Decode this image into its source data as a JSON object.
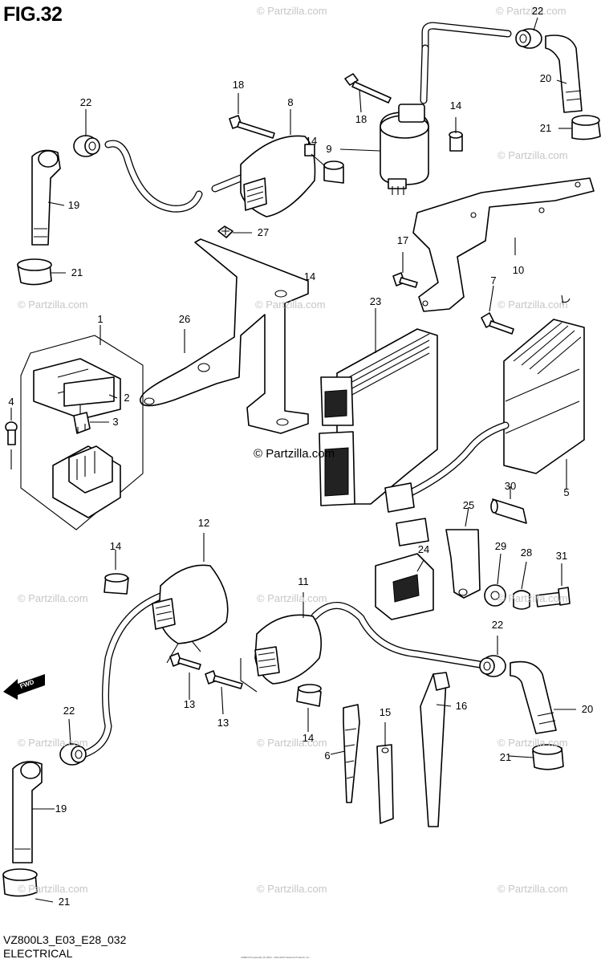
{
  "figure": {
    "title": "FIG.32",
    "diagram_code": "VZ800L3_E03_E28_032",
    "section": "ELECTRICAL",
    "footer_small_code": "VZ8023",
    "footer_small_note": "Preparedby [?] 2004 - 2013 APIS Network Products, Inc."
  },
  "watermark": {
    "main": "© Partzilla.com",
    "repeat": "© Partzilla.com"
  },
  "callouts": [
    "22",
    "20",
    "21",
    "18",
    "8",
    "18",
    "14",
    "9",
    "14",
    "22",
    "19",
    "21",
    "14",
    "27",
    "17",
    "10",
    "7",
    "1",
    "26",
    "23",
    "2",
    "4",
    "3",
    "5",
    "30",
    "12",
    "25",
    "14",
    "24",
    "29",
    "28",
    "31",
    "11",
    "22",
    "13",
    "13",
    "15",
    "16",
    "14",
    "6",
    "20",
    "22",
    "21",
    "19",
    "21"
  ],
  "fwd_label": "FWD",
  "icons": [
    "ignition-coil-icon",
    "spark-plug-cap-icon",
    "ecm-icon",
    "regulator-rectifier-icon",
    "bracket-icon",
    "relay-icon",
    "fuse-icon",
    "bolt-icon",
    "cable-tie-icon",
    "fwd-arrow-icon"
  ]
}
